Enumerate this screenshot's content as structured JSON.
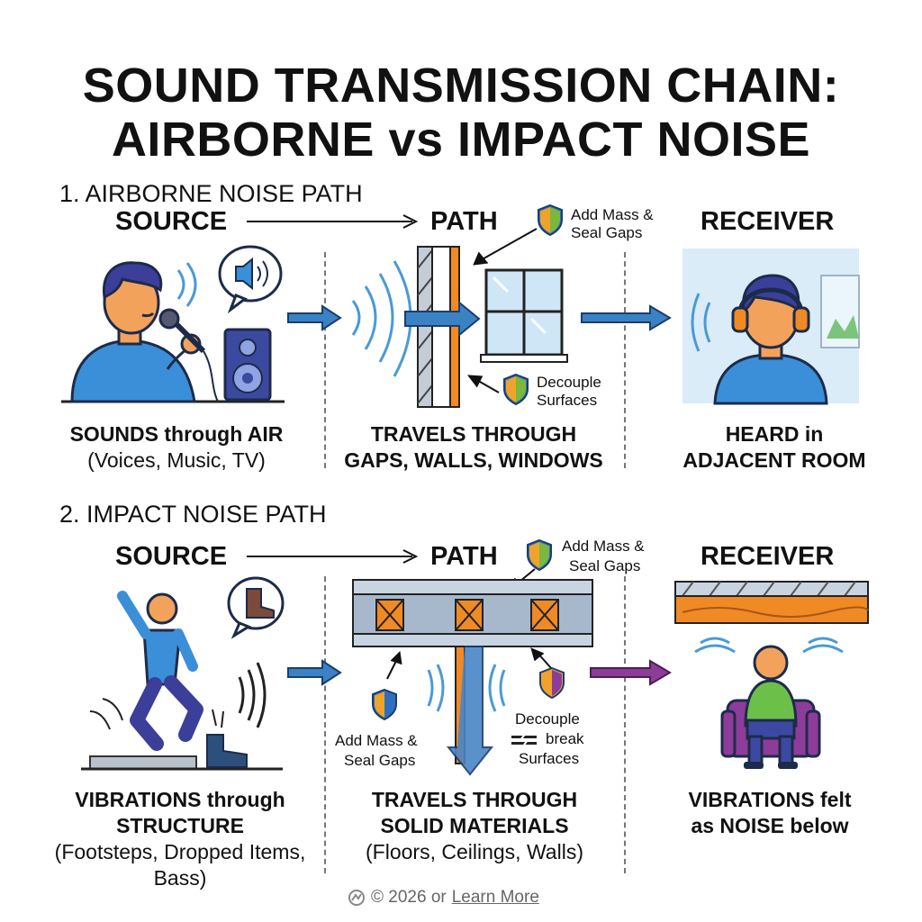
{
  "title": {
    "line1": "SOUND TRANSMISSION CHAIN:",
    "line2": "AIRBORNE vs IMPACT NOISE"
  },
  "airborne": {
    "heading": "1. AIRBORNE NOISE PATH",
    "source_label": "SOURCE",
    "path_label": "PATH",
    "receiver_label": "RECEIVER",
    "tip_mass_line1": "Add Mass &",
    "tip_mass_line2": "Seal Gaps",
    "tip_decouple_line1": "Decouple",
    "tip_decouple_line2": "Surfaces",
    "source_caption_line1": "SOUNDS through AIR",
    "source_caption_line2": "(Voices, Music, TV)",
    "path_caption_line1": "TRAVELS THROUGH",
    "path_caption_line2": "GAPS, WALLS, WINDOWS",
    "receiver_caption_line1": "HEARD in",
    "receiver_caption_line2": "ADJACENT ROOM"
  },
  "impact": {
    "heading": "2. IMPACT NOISE PATH",
    "source_label": "SOURCE",
    "path_label": "PATH",
    "receiver_label": "RECEIVER",
    "tip_top_line1": "Add Mass &",
    "tip_top_line2": "Seal Gaps",
    "tip_left_line1": "Add Mass &",
    "tip_left_line2": "Seal Gaps",
    "tip_right_line1": "Decouple",
    "tip_right_line2": "break",
    "tip_right_line3": "Surfaces",
    "source_caption_line1": "VIBRATIONS through",
    "source_caption_line2": "STRUCTURE",
    "source_caption_line3": "(Footsteps, Dropped Items,",
    "source_caption_line4": "Bass)",
    "path_caption_line1": "TRAVELS THROUGH",
    "path_caption_line2": "SOLID MATERIALS",
    "path_caption_line3": "(Floors, Ceilings, Walls)",
    "receiver_caption_line1": "VIBRATIONS felt",
    "receiver_caption_line2": "as NOISE below"
  },
  "footer": {
    "copyright": "© 2026 or",
    "link_text": "Learn More"
  },
  "colors": {
    "blue_arrow": "#3b82c4",
    "purple_arrow": "#8e3c9a",
    "orange": "#f08a24",
    "wave_blue": "#4a9ad6",
    "shirt_blue": "#3a8fd8"
  }
}
